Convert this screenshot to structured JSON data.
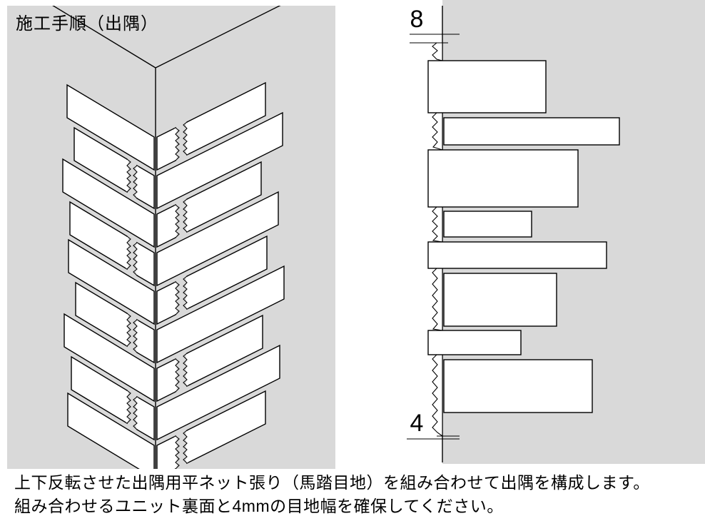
{
  "title": "施工手順（出隅）",
  "dimensions": {
    "top_gap_mm": "8",
    "bottom_gap_mm": "4"
  },
  "caption": {
    "line1": "上下反転させた出隅用平ネット張り（馬踏目地）を組み合わせて出隅を構成します。",
    "line2": "組み合わせるユニット裏面と4mmの目地幅を確保してください。"
  },
  "colors": {
    "panel-gray": "#d9d9d9",
    "tile-fill": "#ffffff",
    "line-color": "#000000",
    "text-color": "#000000"
  }
}
